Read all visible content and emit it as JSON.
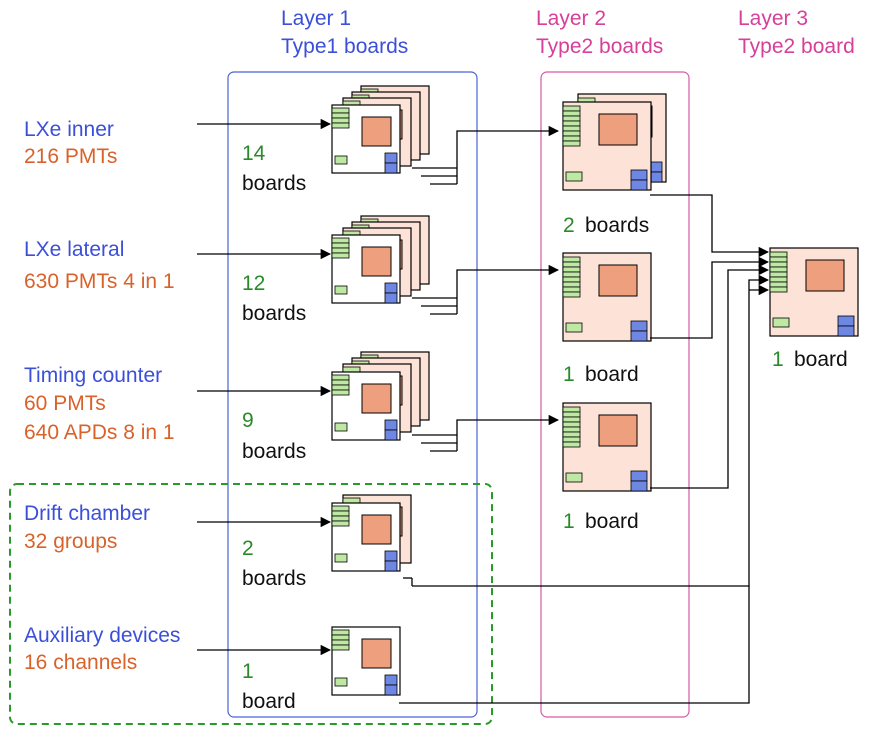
{
  "layers": [
    {
      "title": "Layer 1",
      "subtitle": "Type1 boards",
      "color": "#3b4fd8"
    },
    {
      "title": "Layer 2",
      "subtitle": "Type2 boards",
      "color": "#d63f9a"
    },
    {
      "title": "Layer 3",
      "subtitle": "Type2 board",
      "color": "#d63f9a"
    }
  ],
  "sources": [
    {
      "name": "LXe inner",
      "detail": [
        "216 PMTs"
      ]
    },
    {
      "name": "LXe lateral",
      "detail": [
        "630 PMTs 4 in 1"
      ]
    },
    {
      "name": "Timing counter",
      "detail": [
        "60 PMTs",
        "640 APDs 8 in 1"
      ]
    },
    {
      "name": "Drift chamber",
      "detail": [
        "32 groups"
      ]
    },
    {
      "name": "Auxiliary devices",
      "detail": [
        "16 channels"
      ]
    }
  ],
  "layer1_counts": [
    {
      "count": "14",
      "unit": "boards"
    },
    {
      "count": "12",
      "unit": "boards"
    },
    {
      "count": "9",
      "unit": "boards"
    },
    {
      "count": "2",
      "unit": "boards"
    },
    {
      "count": "1",
      "unit": "board"
    }
  ],
  "layer2_counts": [
    {
      "count": "2",
      "unit": "boards"
    },
    {
      "count": "1",
      "unit": "board"
    },
    {
      "count": "1",
      "unit": "board"
    }
  ],
  "layer3_count": {
    "count": "1",
    "unit": "board"
  },
  "colors": {
    "source_name": "#3b4fd8",
    "source_detail": "#d9622b",
    "count": "#2a8a2a",
    "board_fill_type2": "#fde2d8",
    "chip": "#ee9f7e",
    "connector_green": "#bfe8a4",
    "connector_blue": "#6d87e3",
    "dashed_group": "#2a9a2a"
  }
}
